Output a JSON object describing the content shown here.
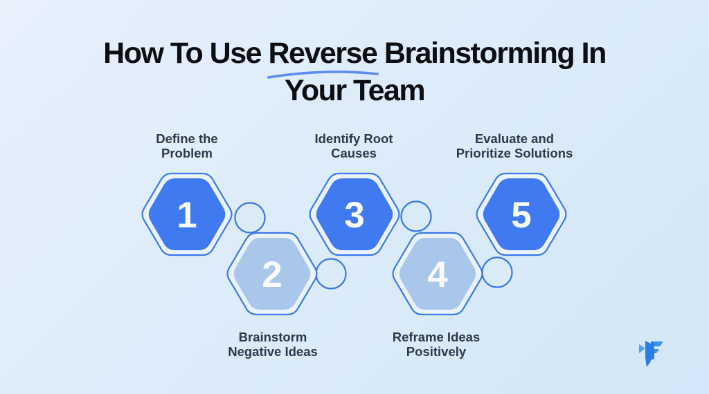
{
  "title": {
    "part1": "How To Use ",
    "highlight": "Reverse",
    "part2": " Brainstorming In",
    "line2": "Your Team"
  },
  "steps": [
    {
      "number": "1",
      "label_line1": "Define the",
      "label_line2": "Problem",
      "variant": "solid"
    },
    {
      "number": "2",
      "label_line1": "Brainstorm",
      "label_line2": "Negative Ideas",
      "variant": "light"
    },
    {
      "number": "3",
      "label_line1": "Identify Root",
      "label_line2": "Causes",
      "variant": "solid"
    },
    {
      "number": "4",
      "label_line1": "Reframe Ideas",
      "label_line2": "Positively",
      "variant": "light"
    },
    {
      "number": "5",
      "label_line1": "Evaluate and",
      "label_line2": "Prioritize Solutions",
      "variant": "solid"
    }
  ],
  "palette": {
    "background_start": "#e8f0fc",
    "background_end": "#d3e7f8",
    "hex_solid": "#3f7af0",
    "hex_light": "#a9c7ea",
    "outline_blue": "#3b79e8",
    "ring_fill": "#eaf2fc",
    "circle_fill": "#dcebf8",
    "number_color": "#f8fafc",
    "title_color": "#0c0e12",
    "label_color": "#2e3947",
    "underline_blue": "#5d8df1",
    "logo_blue_dark": "#2b7de6",
    "logo_blue_light": "#4fa0f1"
  },
  "icons": {
    "logo": "mf-brand-logo",
    "underline": "hand-drawn-swoosh"
  }
}
